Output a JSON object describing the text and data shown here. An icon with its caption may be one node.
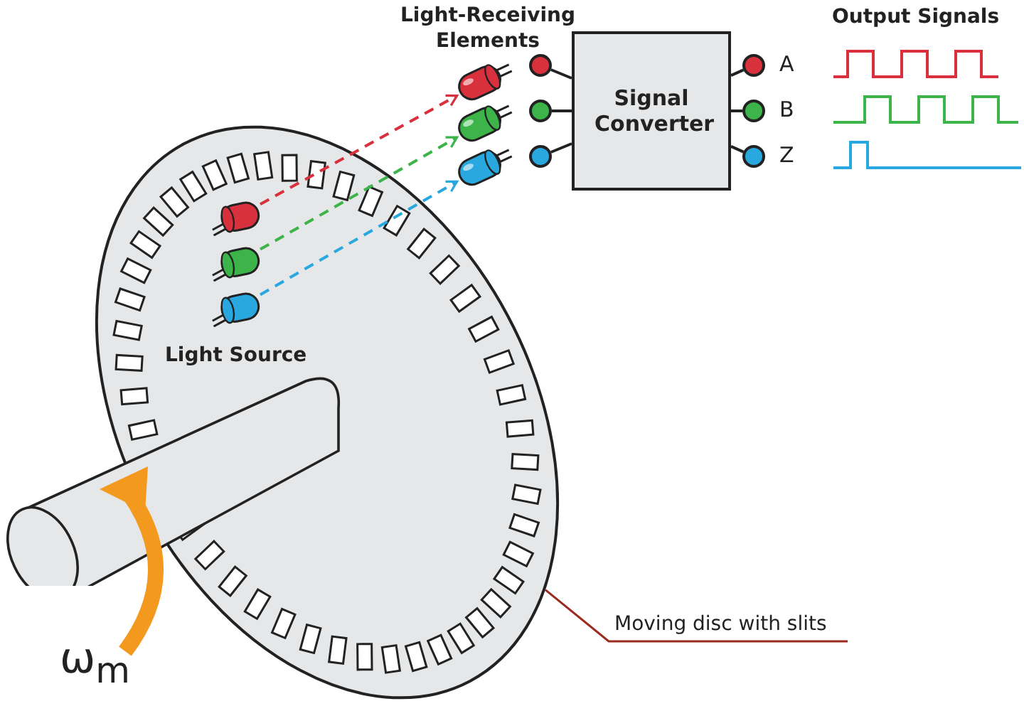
{
  "diagram": {
    "nodes": [
      {
        "text": [
          "Moving disc with slits"
        ]
      },
      {
        "text": [],
        "shape": "picture"
      },
      {
        "text": [],
        "shape": "picture",
        "in": 1
      },
      {
        "text": [],
        "shape": "picture",
        "in": 1
      },
      {
        "text": [],
        "shape": "picture",
        "in": 1
      },
      {
        "text": [],
        "shape": "picture"
      },
      {
        "text": [],
        "shape": "picture"
      },
      {
        "text": [],
        "shape": "picture"
      },
      {
        "text": [
          "Signal Converter"
        ]
      },
      {
        "text": [],
        "shape": "circle"
      },
      {
        "text": [],
        "shape": "circle"
      },
      {
        "text": [],
        "shape": "circle"
      },
      {
        "text": [],
        "shape": "circle",
        "beside": [
          "A"
        ]
      },
      {
        "text": [],
        "shape": "circle",
        "beside": [
          "B"
        ]
      },
      {
        "text": [],
        "shape": "circle",
        "beside": [
          "Z"
        ]
      }
    ],
    "edges": [
      {
        "from": 0,
        "to": 1,
        "arrow": "none",
        "color": "#9b2b1f"
      },
      {
        "from": 2,
        "to": 5,
        "arrow": "to",
        "style": "dashed",
        "color": "#d9303e"
      },
      {
        "from": 3,
        "to": 6,
        "arrow": "to",
        "style": "dashed",
        "color": "#3cb44a"
      },
      {
        "from": 4,
        "to": 7,
        "arrow": "to",
        "style": "dashed",
        "color": "#29a8e0"
      },
      {
        "from": 9,
        "to": 8,
        "arrow": "none"
      },
      {
        "from": 10,
        "to": 8,
        "arrow": "none"
      },
      {
        "from": 11,
        "to": 8,
        "arrow": "none"
      },
      {
        "from": 8,
        "to": 12,
        "arrow": "none"
      },
      {
        "from": 8,
        "to": 13,
        "arrow": "none"
      },
      {
        "from": 8,
        "to": 14,
        "arrow": "none"
      }
    ],
    "labels": [
      "Light-Receiving Elements",
      "Output Signals",
      "Light Source",
      "ω$_{m}$"
    ]
  }
}
